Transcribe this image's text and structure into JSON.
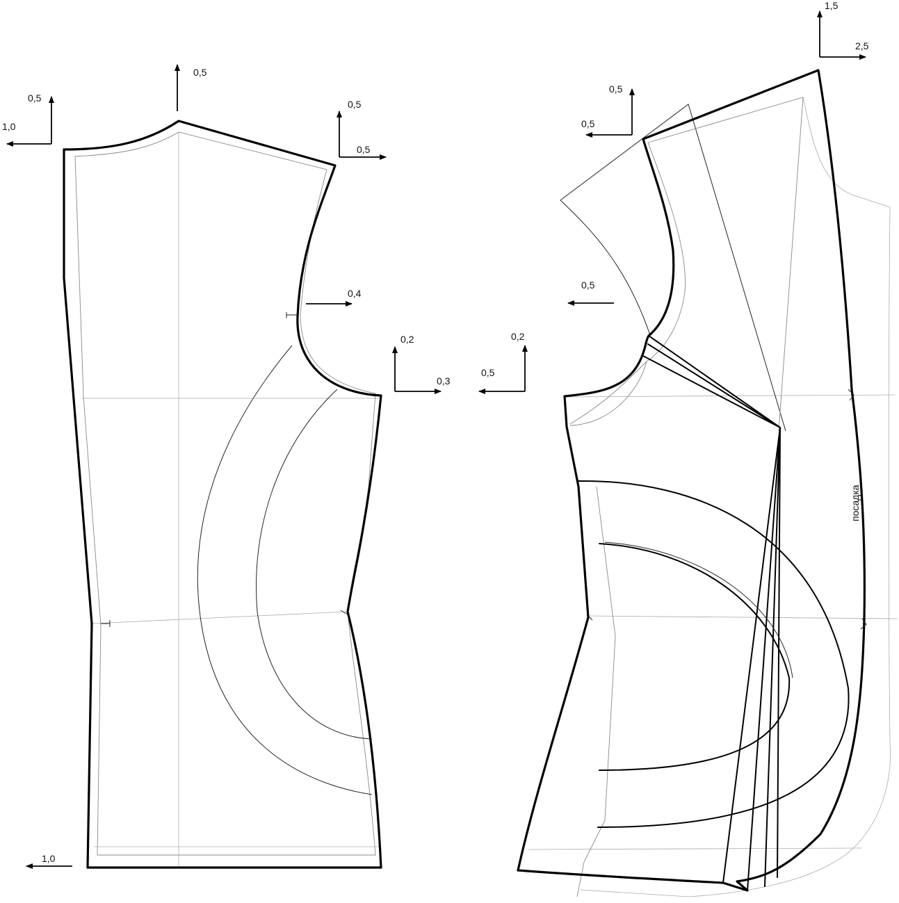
{
  "labels": {
    "back_top_up": "0,5",
    "back_corner_up": "0,5",
    "back_corner_left": "1,0",
    "back_shoulder_up": "0,5",
    "back_shoulder_right": "0,5",
    "back_armhole_right": "0,4",
    "back_side_up": "0,2",
    "back_side_right": "0,3",
    "back_hem_left": "1,0",
    "front_side_up": "0,2",
    "front_side_left": "0,5",
    "front_armhole_left": "0,5",
    "front_shoulder_up": "0,5",
    "front_shoulder_left": "0,5",
    "front_neck_up": "1,5",
    "front_neck_right": "2,5",
    "front_ease": "посадка"
  }
}
